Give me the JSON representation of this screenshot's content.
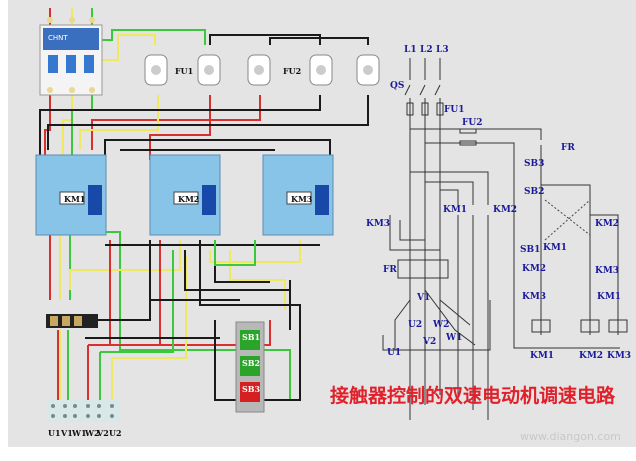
{
  "title": "接触器控制的双速电动机调速电路",
  "watermark": "www.diangon.com",
  "wiring": {
    "breaker_brand": "CHNT",
    "fuse_labels": [
      "FU1",
      "FU2"
    ],
    "contactors": [
      "KM1",
      "KM2",
      "KM3"
    ],
    "buttons": [
      {
        "label": "SB1",
        "color": "#2aa52a"
      },
      {
        "label": "SB2",
        "color": "#2aa52a"
      },
      {
        "label": "SB3",
        "color": "#d42020"
      }
    ],
    "terminals": [
      "U1",
      "V1",
      "W1",
      "W2",
      "V2",
      "U2"
    ],
    "wire_colors": {
      "yellow": "#f0e860",
      "green": "#3cc83c",
      "red": "#d83030",
      "black": "#1a1a1a"
    }
  },
  "schematic": {
    "phases": [
      "L1",
      "L2",
      "L3"
    ],
    "labels": {
      "qs": "QS",
      "fu1": "FU1",
      "fu2": "FU2",
      "fr": "FR",
      "sb1": "SB1",
      "sb2": "SB2",
      "sb3": "SB3",
      "km1": "KM1",
      "km2": "KM2",
      "km3": "KM3",
      "u1": "U1",
      "u2": "U2",
      "v1": "V1",
      "v2": "V2",
      "w1": "W1",
      "w2": "W2"
    },
    "coils": [
      "KM1",
      "KM2",
      "KM3"
    ]
  }
}
